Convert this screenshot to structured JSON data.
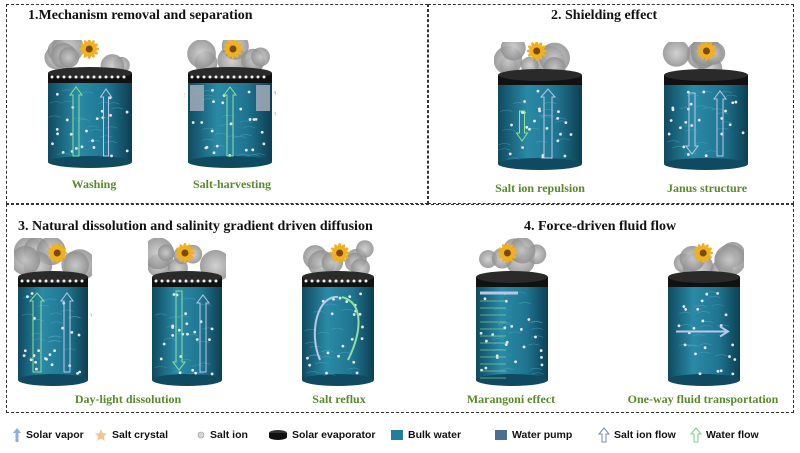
{
  "panels": [
    {
      "title": "1.Mechanism removal and separation",
      "labels": [
        "Washing",
        "Salt-harvesting"
      ]
    },
    {
      "title": "2. Shielding effect",
      "labels": [
        "Salt ion repulsion",
        "Janus structure"
      ]
    },
    {
      "title": "3. Natural dissolution and salinity gradient driven diffusion",
      "labels": [
        "Day-light dissolution",
        "Salt reflux"
      ]
    },
    {
      "title": "4. Force-driven fluid flow",
      "labels": [
        "Marangoni effect",
        "One-way fluid transportation"
      ]
    }
  ],
  "legend": [
    {
      "label": "Solar vapor",
      "icon": "solar-vapor-arrow-icon"
    },
    {
      "label": "Salt crystal",
      "icon": "salt-crystal-star-icon"
    },
    {
      "label": "Salt ion",
      "icon": "salt-ion-dot-icon"
    },
    {
      "label": "Solar evaporator",
      "icon": "solar-evaporator-disc-icon"
    },
    {
      "label": "Bulk water",
      "icon": "bulk-water-square-icon"
    },
    {
      "label": "Water pump",
      "icon": "water-pump-square-icon"
    },
    {
      "label": "Salt ion flow",
      "icon": "salt-ion-flow-arrow-icon"
    },
    {
      "label": "Water flow",
      "icon": "water-flow-arrow-icon"
    }
  ],
  "colors": {
    "water": "#1f6f8b",
    "water_dark": "#124d63",
    "evaporator": "#111111",
    "label_green": "#5a8a2c",
    "pump": "#4a6f8f",
    "salt_crystal": "#f2c58a",
    "sunflower": "#f0b020"
  }
}
